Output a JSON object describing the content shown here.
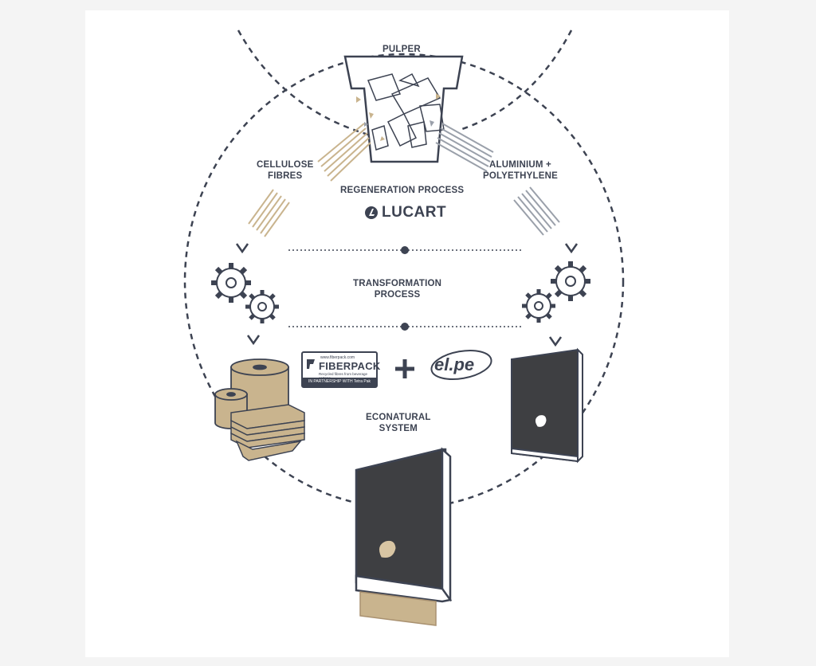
{
  "labels": {
    "pulper": "PULPER",
    "cellulose": "CELLULOSE\nFIBRES",
    "aluminium": "ALUMINIUM +\nPOLYETHYLENE",
    "regeneration": "REGENERATION PROCESS",
    "transformation": "TRANSFORMATION\nPROCESS",
    "econatural": "ECONATURAL\nSYSTEM",
    "plus": "+"
  },
  "logos": {
    "lucart": "LUCART",
    "fiberpack_name": "FIBERPACK",
    "fiberpack_url": "www.fiberpack.com",
    "fiberpack_tagline": "Recycled fibres from beverage cartons",
    "fiberpack_partner": "IN PARTNERSHIP WITH Tetra Pak",
    "elpe": "el.pe"
  },
  "colors": {
    "ink": "#3d4352",
    "kraft": "#c9b48e",
    "kraft_dark": "#a99170",
    "dispenser": "#3e3f42"
  }
}
